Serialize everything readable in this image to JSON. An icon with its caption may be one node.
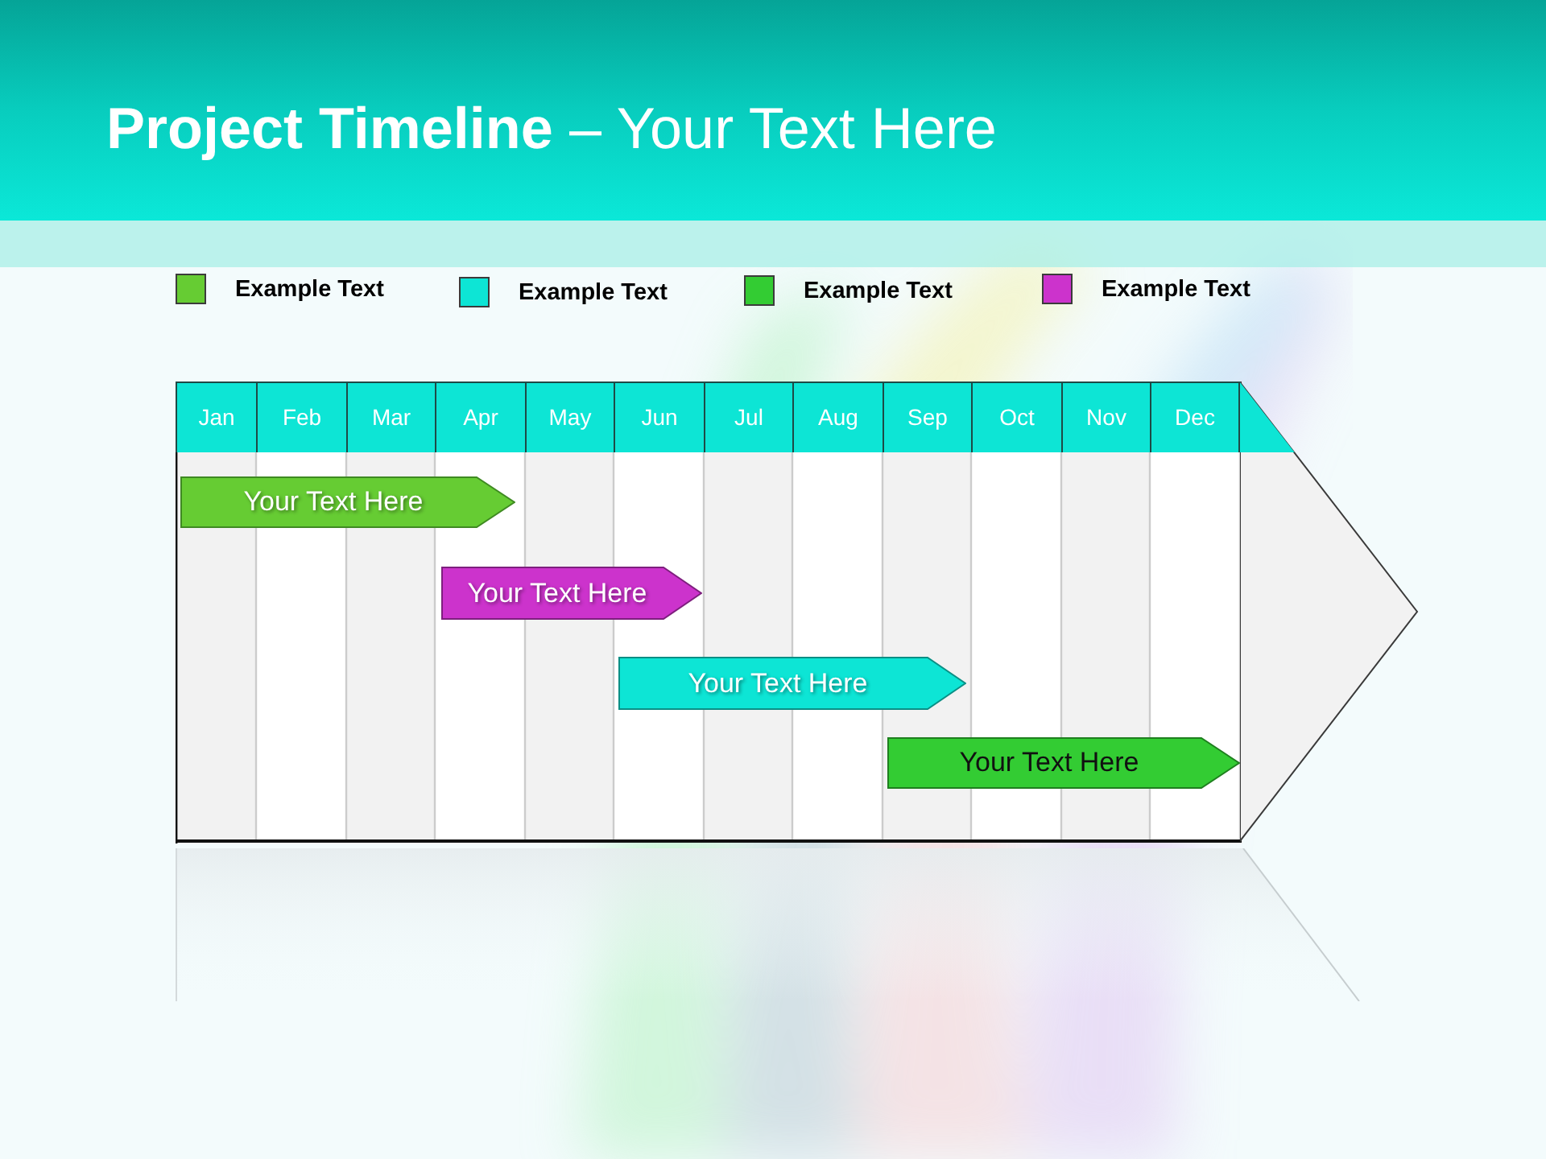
{
  "diagram": {
    "title": "**Project Timeline** – Your Text Here",
    "nodes": [
      {
        "text": [],
        "shape": "arrow"
      },
      {
        "text": [
          "Jan"
        ],
        "in": 0
      },
      {
        "text": [
          "Feb"
        ],
        "in": 0
      },
      {
        "text": [
          "Mar"
        ],
        "in": 0
      },
      {
        "text": [
          "Apr"
        ],
        "in": 0
      },
      {
        "text": [
          "May"
        ],
        "in": 0
      },
      {
        "text": [
          "Jun"
        ],
        "in": 0
      },
      {
        "text": [
          "Jul"
        ],
        "in": 0
      },
      {
        "text": [
          "Aug"
        ],
        "in": 0
      },
      {
        "text": [
          "Sep"
        ],
        "in": 0
      },
      {
        "text": [
          "Oct"
        ],
        "in": 0
      },
      {
        "text": [
          "Nov"
        ],
        "in": 0
      },
      {
        "text": [
          "Dec"
        ],
        "in": 0
      },
      {
        "text": [
          "Your Text Here"
        ],
        "in": 0
      },
      {
        "text": [
          "Your Text Here"
        ],
        "in": 0
      },
      {
        "text": [
          "Your Text Here"
        ],
        "in": 0
      },
      {
        "text": [
          "Your Text Here"
        ],
        "in": 0
      }
    ],
    "edges": [],
    "legend": [
      {
        "text": "Example Text",
        "color": "#66cc33"
      },
      {
        "text": "Example Text",
        "color": "#0de5d5"
      },
      {
        "text": "Example Text",
        "color": "#33cc33"
      },
      {
        "text": "Example Text",
        "color": "#cc33cc"
      }
    ]
  }
}
